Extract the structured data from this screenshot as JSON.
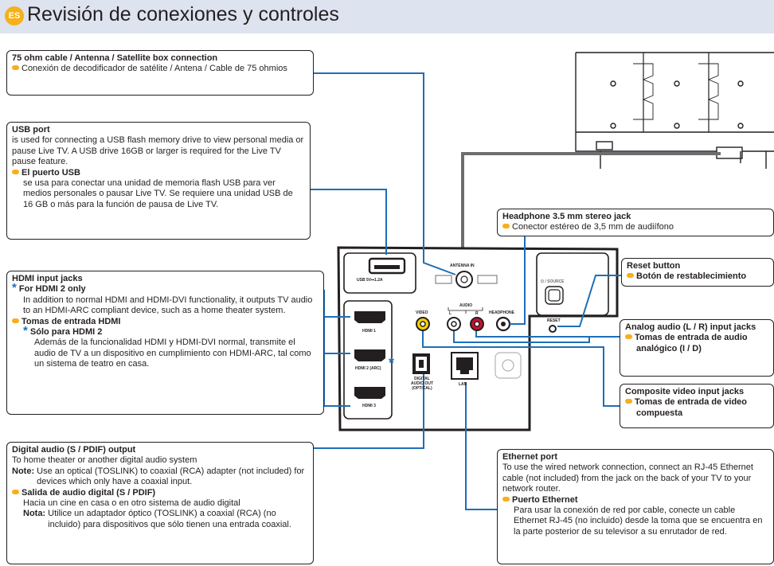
{
  "header": {
    "badge": "ES",
    "title": "Revisión de conexiones y controles"
  },
  "antenna_box": {
    "title": "75 ohm cable / Antenna / Satellite box connection",
    "es_text": "Conexión de decodificador de satélite / Antena / Cable de 75 ohmios"
  },
  "usb_box": {
    "title": "USB port",
    "text": "is used for connecting a USB flash memory drive to view personal media or pause Live TV. A USB drive 16GB or larger is required for the Live TV pause feature.",
    "es_title": "El puerto USB",
    "es_text": "se usa para conectar una unidad de memoria flash USB para ver medios personales o pausar Live TV. Se requiere una unidad USB de 16 GB o más para la función de pausa de Live TV."
  },
  "hdmi_box": {
    "title": "HDMI input jacks",
    "sub_title": "For HDMI 2 only",
    "text": "In addition to normal HDMI and HDMI-DVI functionality, it outputs TV audio to an HDMI-ARC compliant device, such as a home theater system.",
    "es_title": "Tomas de entrada HDMI",
    "es_sub_title": "Sólo para HDMI 2",
    "es_text": "Además de la funcionalidad HDMI y HDMI-DVI normal, transmite el audio de TV a un dispositivo en cumplimiento con HDMI-ARC, tal como un sistema de teatro en casa."
  },
  "digital_box": {
    "title": "Digital audio (S / PDIF) output",
    "text": "To home theater or another digital audio system",
    "note_label": "Note:",
    "note_text": "Use an optical (TOSLINK) to coaxial (RCA) adapter (not included) for devices which only have a coaxial input.",
    "es_title": "Salida de audio digital (S / PDIF)",
    "es_text": "Hacia un cine en casa o en otro sistema de audio digital",
    "es_note_label": "Nota:",
    "es_note_text": "Utilice un adaptador óptico (TOSLINK) a coaxial (RCA) (no incluido) para dispositivos que sólo tienen una entrada coaxial."
  },
  "headphone_box": {
    "title": "Headphone 3.5 mm stereo jack",
    "es_text": "Conector estéreo de 3,5 mm de audiífono"
  },
  "reset_box": {
    "title": "Reset button",
    "es_text": "Botón de restablecimiento"
  },
  "analog_box": {
    "title": "Analog audio (L / R) input jacks",
    "es_text": "Tomas de entrada de audio analógico (I / D)"
  },
  "composite_box": {
    "title": "Composite video input jacks",
    "es_text": "Tomas de entrada de video compuesta"
  },
  "ethernet_box": {
    "title": "Ethernet port",
    "text": "To use the wired network connection, connect an RJ-45 Ethernet cable (not included) from the jack on the back of your TV to your network router.",
    "es_title": "Puerto Ethernet",
    "es_text": "Para usar la conexión de red por cable, conecte un cable Ethernet RJ-45 (no incluido) desde la toma que se encuentra en la parte posterior de su televisor a su enrutador de red."
  },
  "panel": {
    "usb": "USB 5V⎓1.2A",
    "antenna": "ANTENNA IN",
    "hdmi1": "HDMI 1",
    "hdmi2": "HDMI 2 (ARC)",
    "hdmi3": "HDMI 3",
    "video": "VIDEO",
    "audio": "AUDIO",
    "audio_l": "L",
    "audio_r": "R",
    "headphone": "HEADPHONE",
    "source": "⏻ / SOURCE",
    "reset": "RESET",
    "digital": "DIGITAL AUDIO OUT (OPTICAL)",
    "lan": "LAN"
  },
  "colors": {
    "accent_blue": "#1d6fb8",
    "bullet_yellow": "#f5b01b",
    "header_bg": "#dde3ef",
    "jack_red": "#c8102e",
    "jack_yellow": "#f5d000"
  }
}
